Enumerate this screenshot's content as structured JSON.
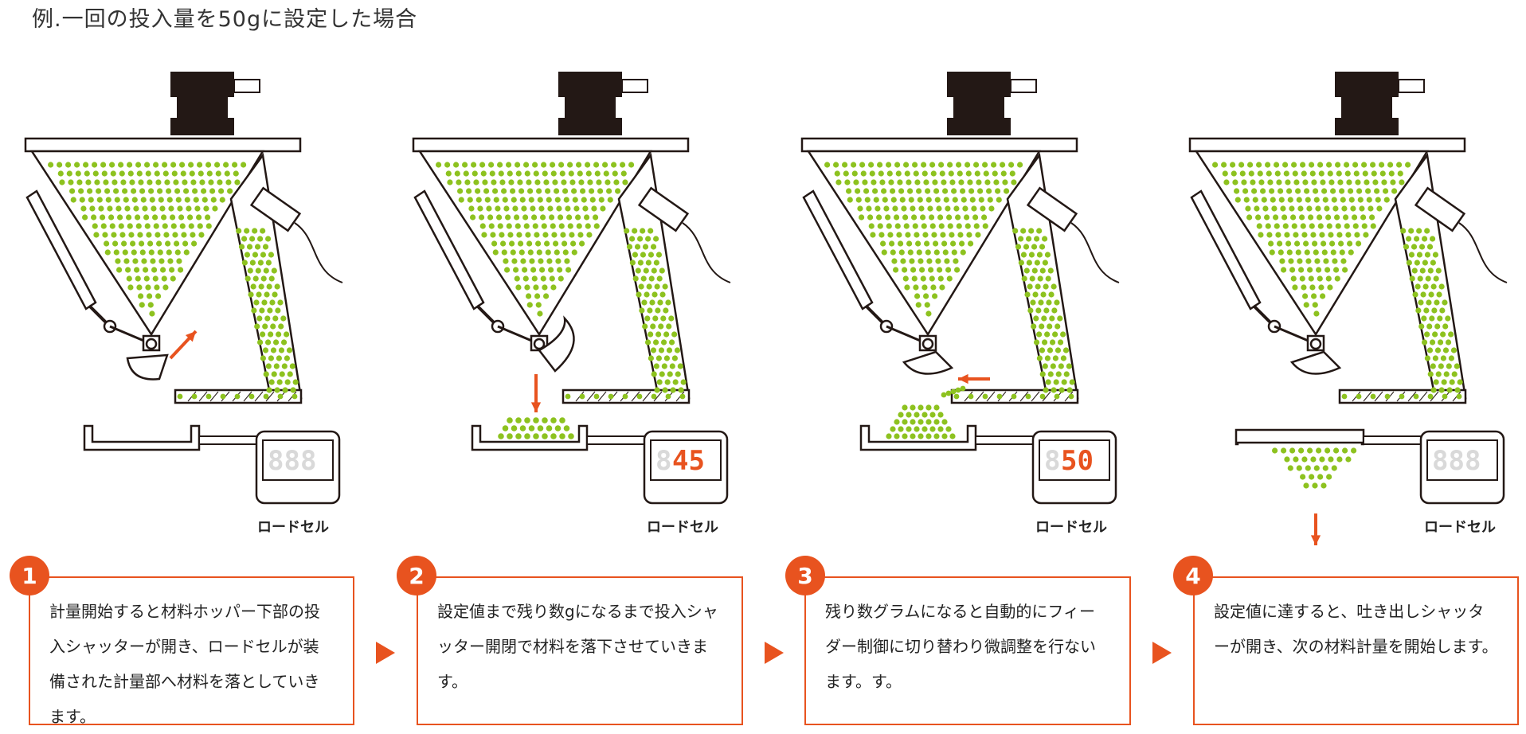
{
  "title": "例.一回の投入量を50gに設定した場合",
  "load_cell_label": "ロードセル",
  "steps": [
    {
      "num": "1",
      "text": "計量開始すると材料ホッパー下部の投入シャッターが開き、ロードセルが装備された計量部へ材料を落としていきます。",
      "display_dim": "888",
      "display_value": ""
    },
    {
      "num": "2",
      "text": "設定値まで残り数gになるまで投入シャッター開閉で材料を落下させていきます。",
      "display_dim": "8",
      "display_value": "45"
    },
    {
      "num": "3",
      "text": "残り数グラムになると自動的にフィーダー制御に切り替わり微調整を行ないます。す。",
      "display_dim": "8",
      "display_value": "50"
    },
    {
      "num": "4",
      "text": "設定値に達すると、吐き出しシャッターが開き、次の材料計量を開始します。",
      "display_dim": "888",
      "display_value": ""
    }
  ],
  "colors": {
    "accent": "#e8531f",
    "material": "#8dc21f",
    "dark": "#231815"
  }
}
